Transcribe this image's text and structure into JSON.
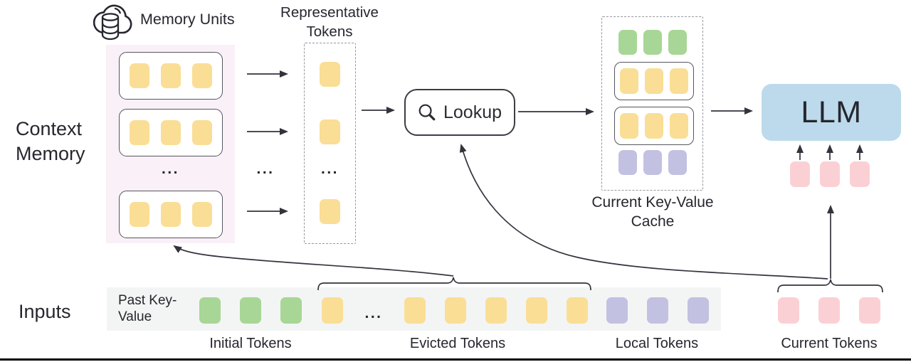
{
  "ellipsis": "...",
  "colors": {
    "yellow": "#fade96",
    "green": "#a8d696",
    "purple": "#c3c1e2",
    "pink": "#fbd0d5",
    "blue": "#bcdaeb"
  },
  "context_memory": {
    "section_label": "Context Memory",
    "cloud_label": "Memory Units",
    "units": [
      {
        "count": 3,
        "color": "yellow"
      },
      {
        "count": 3,
        "color": "yellow"
      },
      {
        "count": 3,
        "color": "yellow"
      }
    ]
  },
  "representative": {
    "label": "Representative Tokens",
    "rows": [
      {
        "count": 1,
        "color": "yellow"
      },
      {
        "count": 1,
        "color": "yellow"
      },
      {
        "count": 1,
        "color": "yellow"
      }
    ]
  },
  "lookup": {
    "label": "Lookup"
  },
  "cache": {
    "label": "Current Key-Value Cache",
    "rows": [
      {
        "boxed": false,
        "count": 3,
        "color": "green"
      },
      {
        "boxed": true,
        "count": 3,
        "color": "yellow"
      },
      {
        "boxed": true,
        "count": 3,
        "color": "yellow"
      },
      {
        "boxed": false,
        "count": 3,
        "color": "purple"
      }
    ]
  },
  "llm": {
    "label": "LLM",
    "input_tokens": {
      "count": 3,
      "color": "pink"
    }
  },
  "inputs": {
    "section_label": "Inputs",
    "bar_label": "Past Key-Value",
    "tokens": {
      "initial": {
        "count": 3,
        "color": "green"
      },
      "evicted_head": {
        "count": 1,
        "color": "yellow"
      },
      "evicted_tail": {
        "count": 5,
        "color": "yellow"
      },
      "local": {
        "count": 3,
        "color": "purple"
      },
      "current": {
        "count": 3,
        "color": "pink"
      }
    },
    "group_labels": {
      "initial": "Initial Tokens",
      "evicted": "Evicted Tokens",
      "local": "Local Tokens",
      "current": "Current Tokens"
    }
  }
}
